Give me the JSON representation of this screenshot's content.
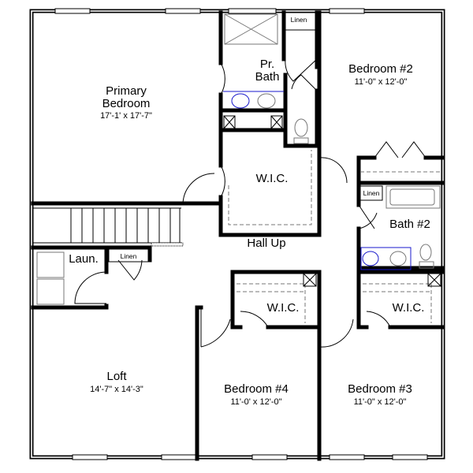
{
  "rooms": {
    "primary_bedroom": {
      "name_line1": "Primary",
      "name_line2": "Bedroom",
      "dims": "17'-1' x 17'-7\""
    },
    "primary_bath": {
      "name_line1": "Pr.",
      "name_line2": "Bath"
    },
    "primary_wic": {
      "name": "W.I.C."
    },
    "primary_linen": {
      "name": "Linen"
    },
    "bedroom2": {
      "name": "Bedroom #2",
      "dims": "11'-0\" x 12'-0\""
    },
    "bath2": {
      "name": "Bath #2"
    },
    "bath2_linen": {
      "name": "Linen"
    },
    "hall": {
      "name": "Hall Up"
    },
    "laundry": {
      "name": "Laun."
    },
    "laundry_linen": {
      "name": "Linen"
    },
    "loft": {
      "name": "Loft",
      "dims": "14'-7\" x 14'-3\""
    },
    "bedroom4": {
      "name": "Bedroom #4",
      "dims": "11'-0' x 12'-0\""
    },
    "bedroom4_wic": {
      "name": "W.I.C."
    },
    "bedroom3": {
      "name": "Bedroom #3",
      "dims": "11'-0\" x 12'-0\""
    },
    "bedroom3_wic": {
      "name": "W.I.C."
    }
  },
  "colors": {
    "walls": "#000000",
    "fixtures_highlight": "#1a1acc",
    "fixtures": "#777777"
  }
}
